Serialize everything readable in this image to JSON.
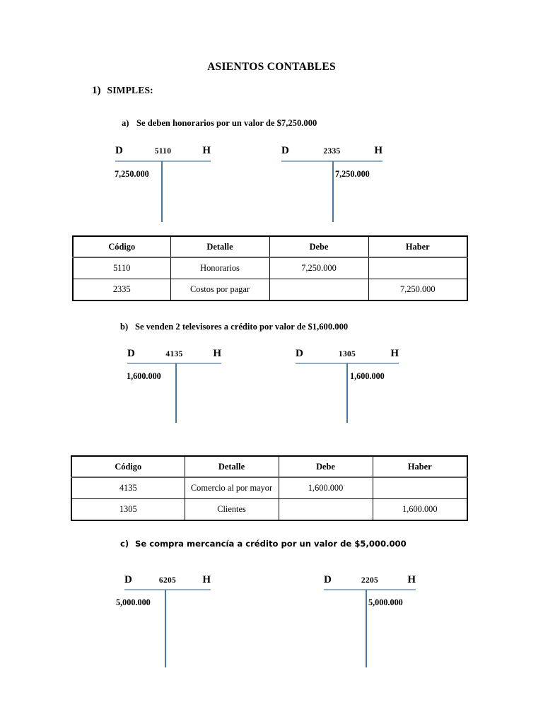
{
  "document": {
    "title": "ASIENTOS CONTABLES",
    "section": {
      "number": "1)",
      "label": "SIMPLES:"
    }
  },
  "table_headers": {
    "codigo": "Código",
    "detalle": "Detalle",
    "debe": "Debe",
    "haber": "Haber"
  },
  "t_labels": {
    "debit": "D",
    "credit": "H"
  },
  "colors": {
    "t_hline": "#8fadc9",
    "t_vline": "#4a7a9e",
    "table_border": "#000000",
    "header_rule": "#5a5a5a",
    "text": "#000000",
    "page_background": "#ffffff"
  },
  "entries": [
    {
      "letter": "a)",
      "description": "Se deben honorarios por un valor de $7,250.000",
      "t_accounts": [
        {
          "code": "5110",
          "debit_amount": "7,250.000",
          "credit_amount": ""
        },
        {
          "code": "2335",
          "debit_amount": "",
          "credit_amount": "7,250.000"
        }
      ],
      "table_rows": [
        {
          "codigo": "5110",
          "detalle": "Honorarios",
          "debe": "7,250.000",
          "haber": ""
        },
        {
          "codigo": "2335",
          "detalle": "Costos por pagar",
          "debe": "",
          "haber": "7,250.000"
        }
      ]
    },
    {
      "letter": "b)",
      "description": "Se venden 2 televisores a crédito por valor de $1,600.000",
      "t_accounts": [
        {
          "code": "4135",
          "debit_amount": "1,600.000",
          "credit_amount": ""
        },
        {
          "code": "1305",
          "debit_amount": "",
          "credit_amount": "1,600.000"
        }
      ],
      "table_rows": [
        {
          "codigo": "4135",
          "detalle": "Comercio al por mayor",
          "debe": "1,600.000",
          "haber": ""
        },
        {
          "codigo": "1305",
          "detalle": "Clientes",
          "debe": "",
          "haber": "1,600.000"
        }
      ]
    },
    {
      "letter": "c)",
      "description": "Se compra mercancía a crédito por un valor de $5,000.000",
      "t_accounts": [
        {
          "code": "6205",
          "debit_amount": "5,000.000",
          "credit_amount": ""
        },
        {
          "code": "2205",
          "debit_amount": "",
          "credit_amount": "5,000.000"
        }
      ],
      "table_rows": []
    }
  ]
}
